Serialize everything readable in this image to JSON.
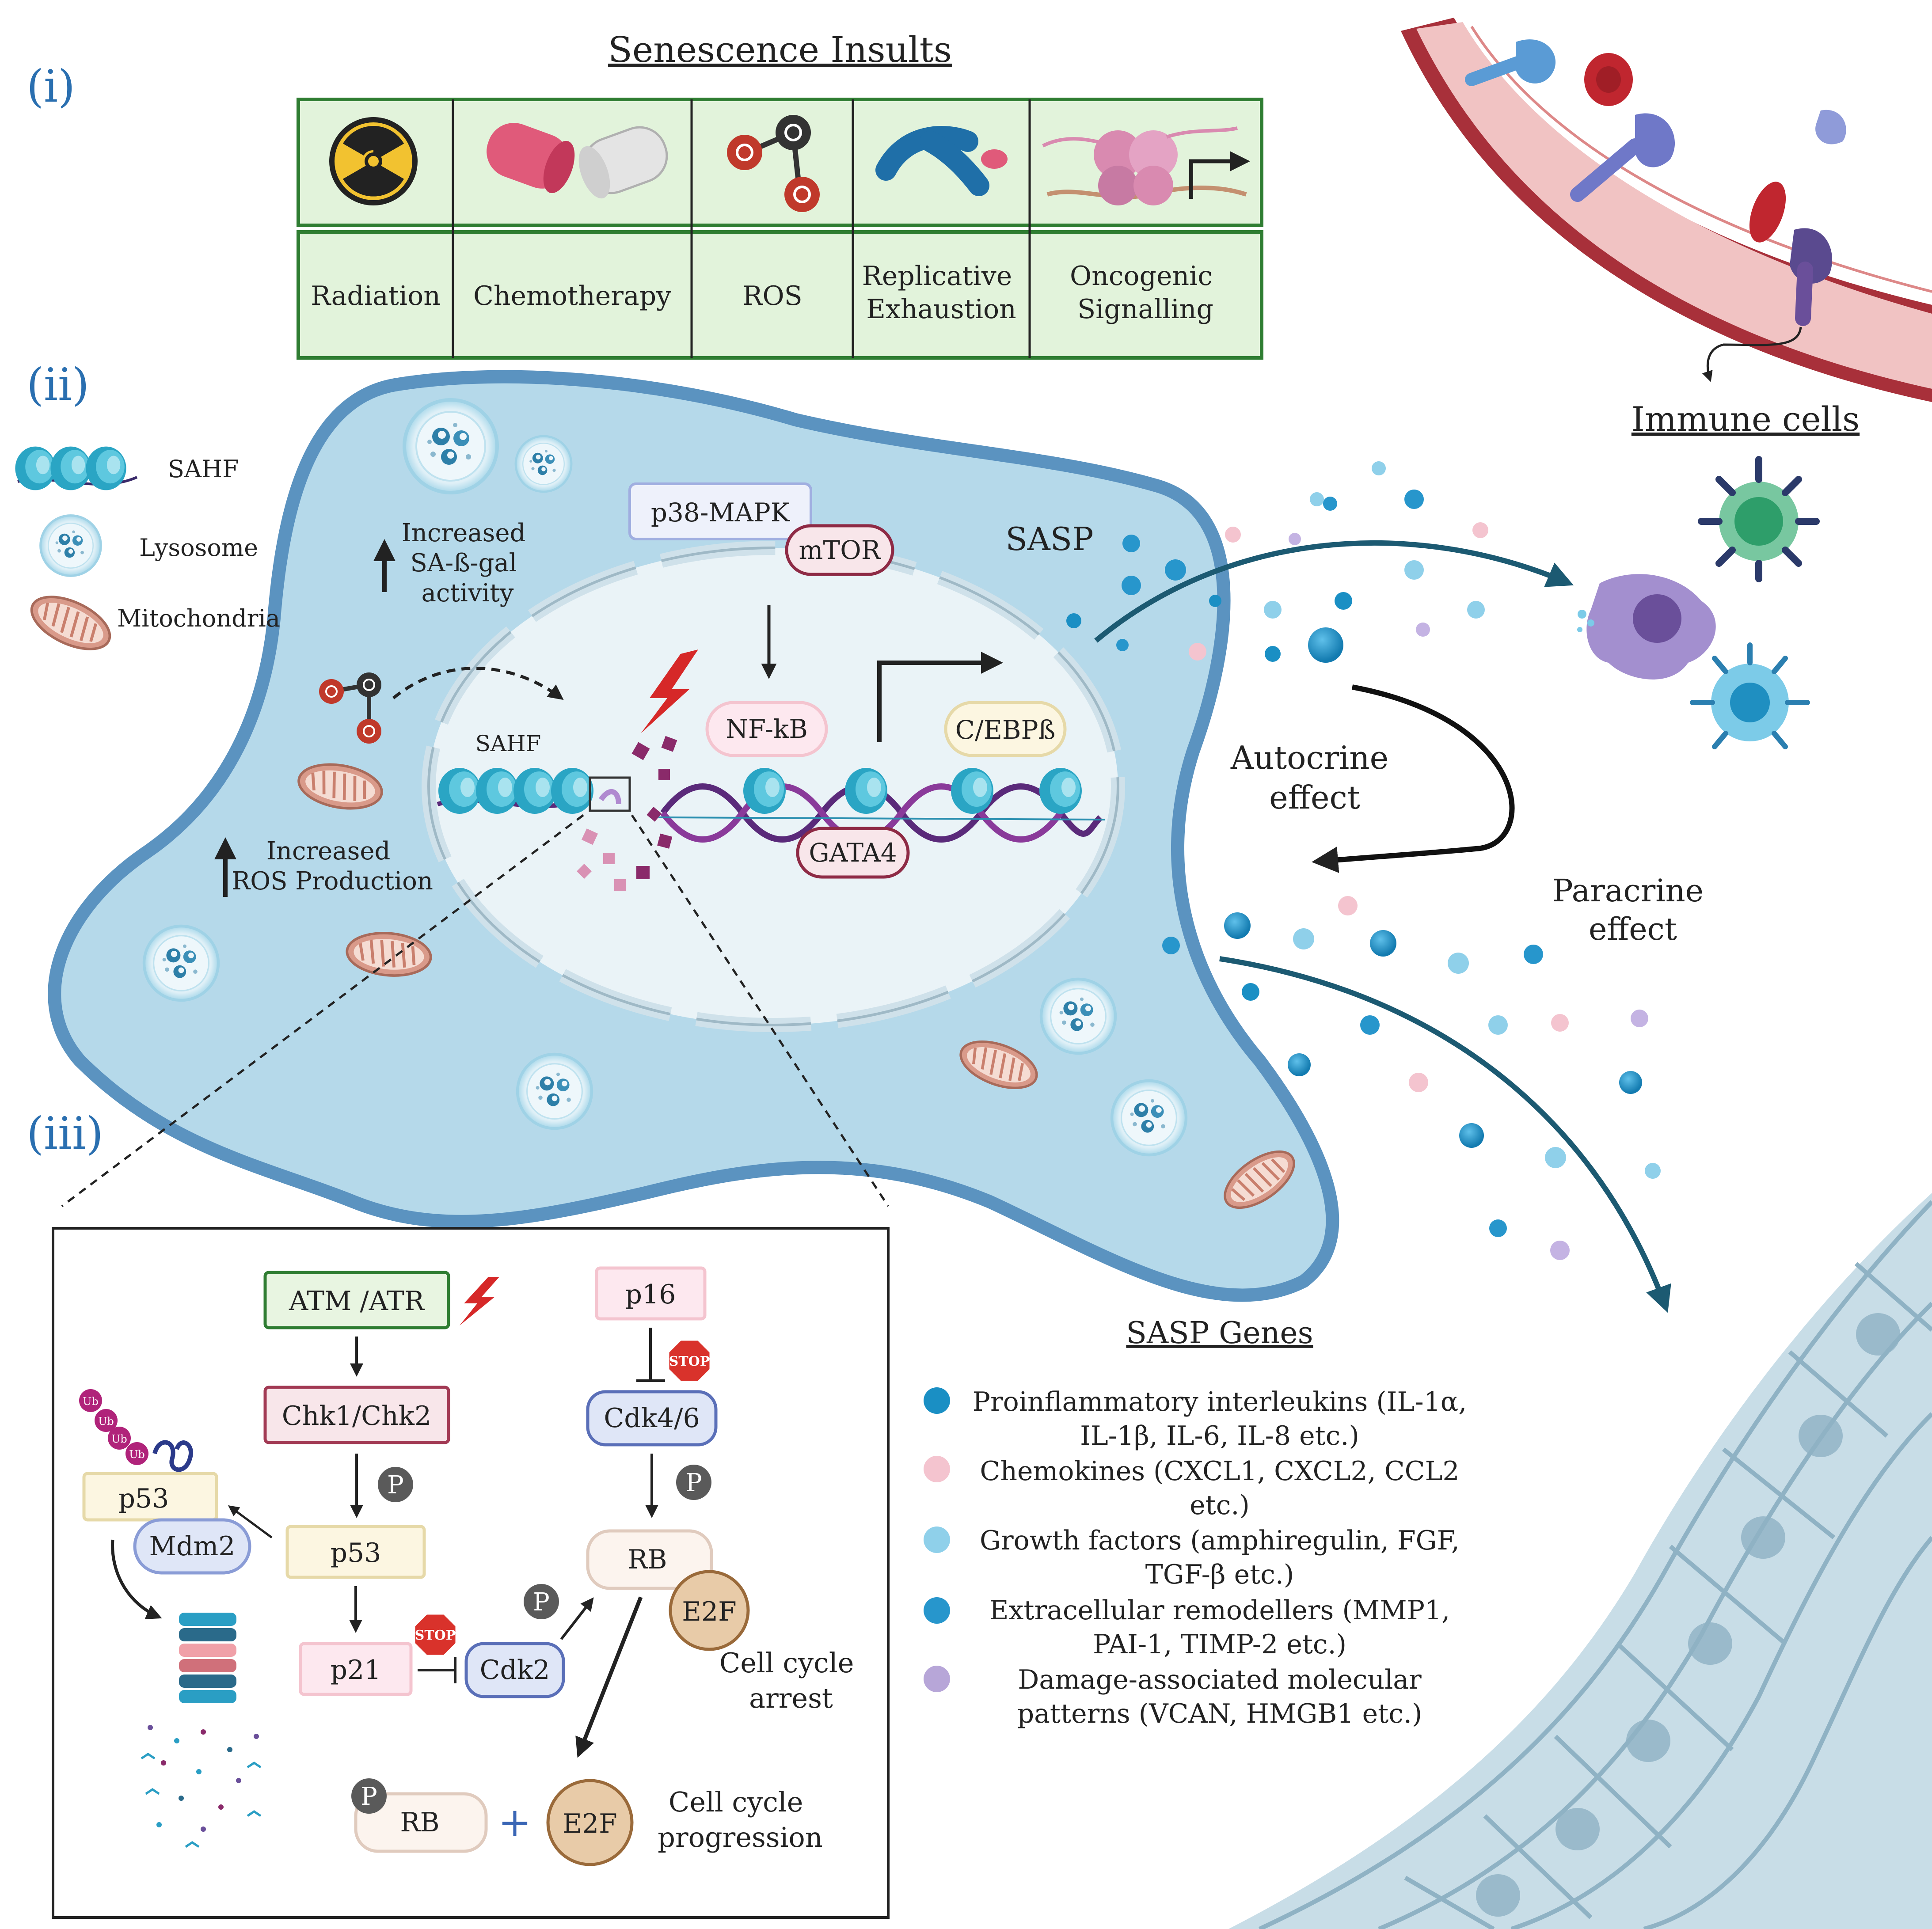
{
  "panels": {
    "i": "(i)",
    "ii": "(ii)",
    "iii": "(iii)"
  },
  "insults": {
    "title": "Senescence Insults",
    "items": [
      {
        "icon": "radiation-icon",
        "label_lines": [
          "Radiation"
        ]
      },
      {
        "icon": "pill-capsule-icon",
        "label_lines": [
          "Chemotherapy"
        ]
      },
      {
        "icon": "ros-molecule-icon",
        "label_lines": [
          "ROS"
        ]
      },
      {
        "icon": "chromosome-icon",
        "label_lines": [
          "Replicative",
          "Exhaustion"
        ]
      },
      {
        "icon": "dna-transcription-icon",
        "label_lines": [
          "Oncogenic",
          "Signalling"
        ]
      }
    ]
  },
  "legend": {
    "sahf": "SAHF",
    "lysosome": "Lysosome",
    "mitochondria": "Mitochondria"
  },
  "cell": {
    "sa_gal_lines": [
      "Increased",
      "SA-ß-gal",
      "activity"
    ],
    "ros_lines": [
      "Increased",
      "ROS Production"
    ],
    "p38": "p38-MAPK",
    "mtor": "mTOR",
    "nfkb": "NF-kB",
    "cebp": "C/EBPß",
    "gata4": "GATA4",
    "sahf": "SAHF",
    "sasp": "SASP"
  },
  "effects": {
    "autocrine_lines": [
      "Autocrine",
      "effect"
    ],
    "paracrine_lines": [
      "Paracrine",
      "effect"
    ],
    "immune_cells": "Immune cells"
  },
  "sasp_genes": {
    "title": "SASP Genes",
    "items": [
      {
        "color": "#1a8fc4",
        "lines": [
          "Proinflammatory interleukins (IL-1α,",
          "IL-1β, IL-6, IL-8 etc.)"
        ]
      },
      {
        "color": "#f4c4cf",
        "lines": [
          "Chemokines (CXCL1, CXCL2, CCL2",
          "etc.)"
        ]
      },
      {
        "color": "#8fd0ea",
        "lines": [
          "Growth factors (amphiregulin, FGF,",
          "TGF-β etc.)"
        ]
      },
      {
        "color": "#2796cc",
        "lines": [
          "Extracellular remodellers (MMP1,",
          "PAI-1, TIMP-2 etc.)"
        ]
      },
      {
        "color": "#b7a6d8",
        "lines": [
          "Damage-associated molecular",
          "patterns  (VCAN, HMGB1 etc.)"
        ]
      }
    ]
  },
  "pathway": {
    "atm": "ATM /ATR",
    "chk": "Chk1/Chk2",
    "p53": "p53",
    "p53_ub": "p53",
    "mdm2": "Mdm2",
    "ub": "Ub",
    "p21": "p21",
    "cdk2": "Cdk2",
    "p16": "p16",
    "cdk46": "Cdk4/6",
    "rb": "RB",
    "e2f": "E2F",
    "rb2": "RB",
    "e2f2": "E2F",
    "plus": "+",
    "p": "P",
    "stop": "STOP",
    "arrest_lines": [
      "Cell cycle",
      "arrest"
    ],
    "progression_lines": [
      "Cell cycle",
      "progression"
    ]
  }
}
